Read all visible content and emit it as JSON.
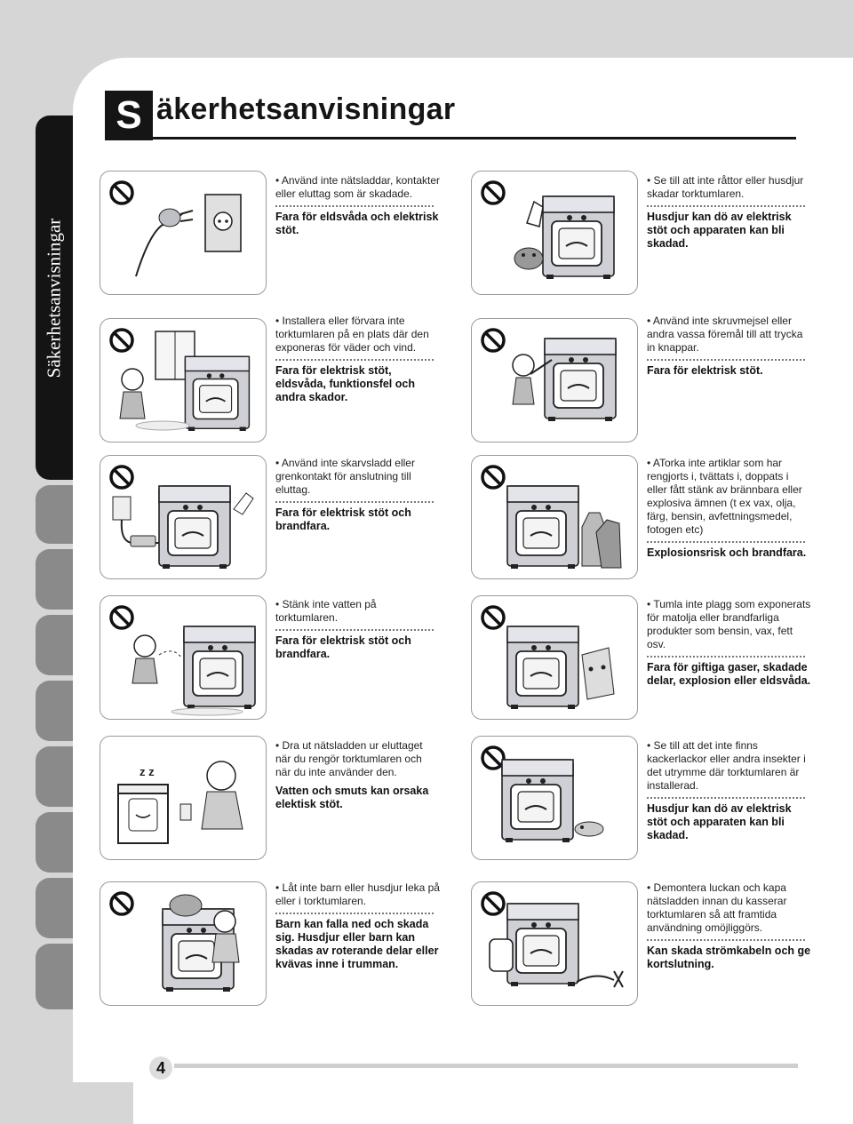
{
  "header": {
    "title_initial": "S",
    "title_rest": "äkerhetsanvisningar",
    "side_label": "Säkerhetsanvisningar"
  },
  "items": [
    {
      "bullet": "• Använd inte nätsladdar, kontakter eller eluttag som är skadade.",
      "warning": "Fara för eldsvåda och elektrisk stöt."
    },
    {
      "bullet": "• Se till att inte råttor eller husdjur skadar torktumlaren.",
      "warning": "Husdjur kan dö av elektrisk stöt och apparaten kan bli skadad."
    },
    {
      "bullet": "• Installera eller förvara inte torktumlaren på en plats där den exponeras för väder och vind.",
      "warning": "Fara för elektrisk stöt, eldsvåda, funktionsfel och andra skador."
    },
    {
      "bullet": "• Använd inte skruvmejsel eller andra vassa föremål till att trycka in knappar.",
      "warning": "Fara för elektrisk stöt."
    },
    {
      "bullet": "• Använd inte skarvsladd eller grenkontakt för anslutning till eluttag.",
      "warning": "Fara för elektrisk stöt och brandfara."
    },
    {
      "bullet": "• ATorka inte artiklar som har rengjorts i, tvättats i, doppats i eller fått stänk av brännbara eller explosiva ämnen (t ex vax, olja, färg, bensin, avfettningsmedel, fotogen etc)",
      "warning": "Explosionsrisk och brandfara."
    },
    {
      "bullet": "• Stänk inte vatten på torktumlaren.",
      "warning": "Fara för elektrisk stöt och brandfara."
    },
    {
      "bullet": "• Tumla inte plagg som exponerats för matolja eller brandfarliga produkter som bensin, vax, fett osv.",
      "warning": "Fara för giftiga gaser, skadade delar, explosion eller eldsvåda."
    },
    {
      "bullet": "• Dra ut nätsladden ur eluttaget när du rengör torktumlaren och när du inte använder den.",
      "warning": "Vatten och smuts kan orsaka elektisk stöt."
    },
    {
      "bullet": "• Se till att det inte finns kackerlackor eller andra insekter i det utrymme där torktumlaren är installerad.",
      "warning": "Husdjur kan dö av elektrisk stöt och apparaten kan bli skadad."
    },
    {
      "bullet": "• Låt inte barn eller husdjur leka på eller i torktumlaren.",
      "warning": "Barn kan falla ned och skada sig. Husdjur eller barn kan skadas av roterande delar eller kvävas inne i trumman."
    },
    {
      "bullet": "• Demontera luckan och kapa nätsladden innan du kasserar torktumlaren så att framtida användning omöjliggörs.",
      "warning": "Kan skada strömkabeln och ge kortslutning."
    }
  ],
  "footer": {
    "page_number": "4"
  }
}
